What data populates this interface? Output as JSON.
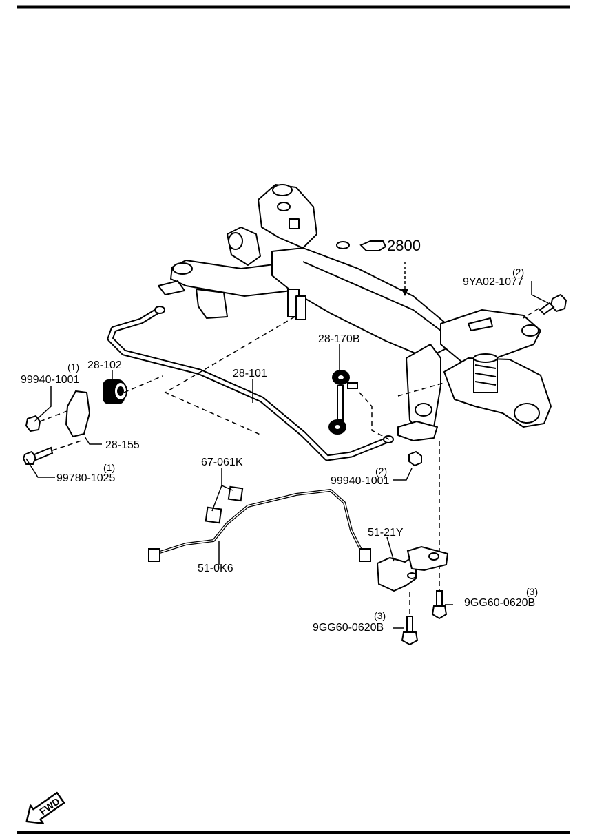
{
  "callouts": {
    "main_assembly": "2800",
    "bolt_upper_right": "9YA02-1077",
    "bolt_upper_right_qty": "(2)",
    "link_rod": "28-170B",
    "stabilizer_bar": "28-101",
    "bushing": "28-102",
    "nut_left": "99940-1001",
    "nut_left_qty": "(1)",
    "bracket": "28-155",
    "bolt_left": "99780-1025",
    "bolt_left_qty": "(1)",
    "pads": "67-061K",
    "nut_right": "99940-1001",
    "nut_right_qty": "(2)",
    "sensor": "51-21Y",
    "harness": "51-0K6",
    "bolt_lower_right": "9GG60-0620B",
    "bolt_lower_right_qty": "(3)",
    "bolt_lower_mid": "9GG60-0620B",
    "bolt_lower_mid_qty": "(3)"
  },
  "fwd_arrow": {
    "label": "FWD"
  }
}
